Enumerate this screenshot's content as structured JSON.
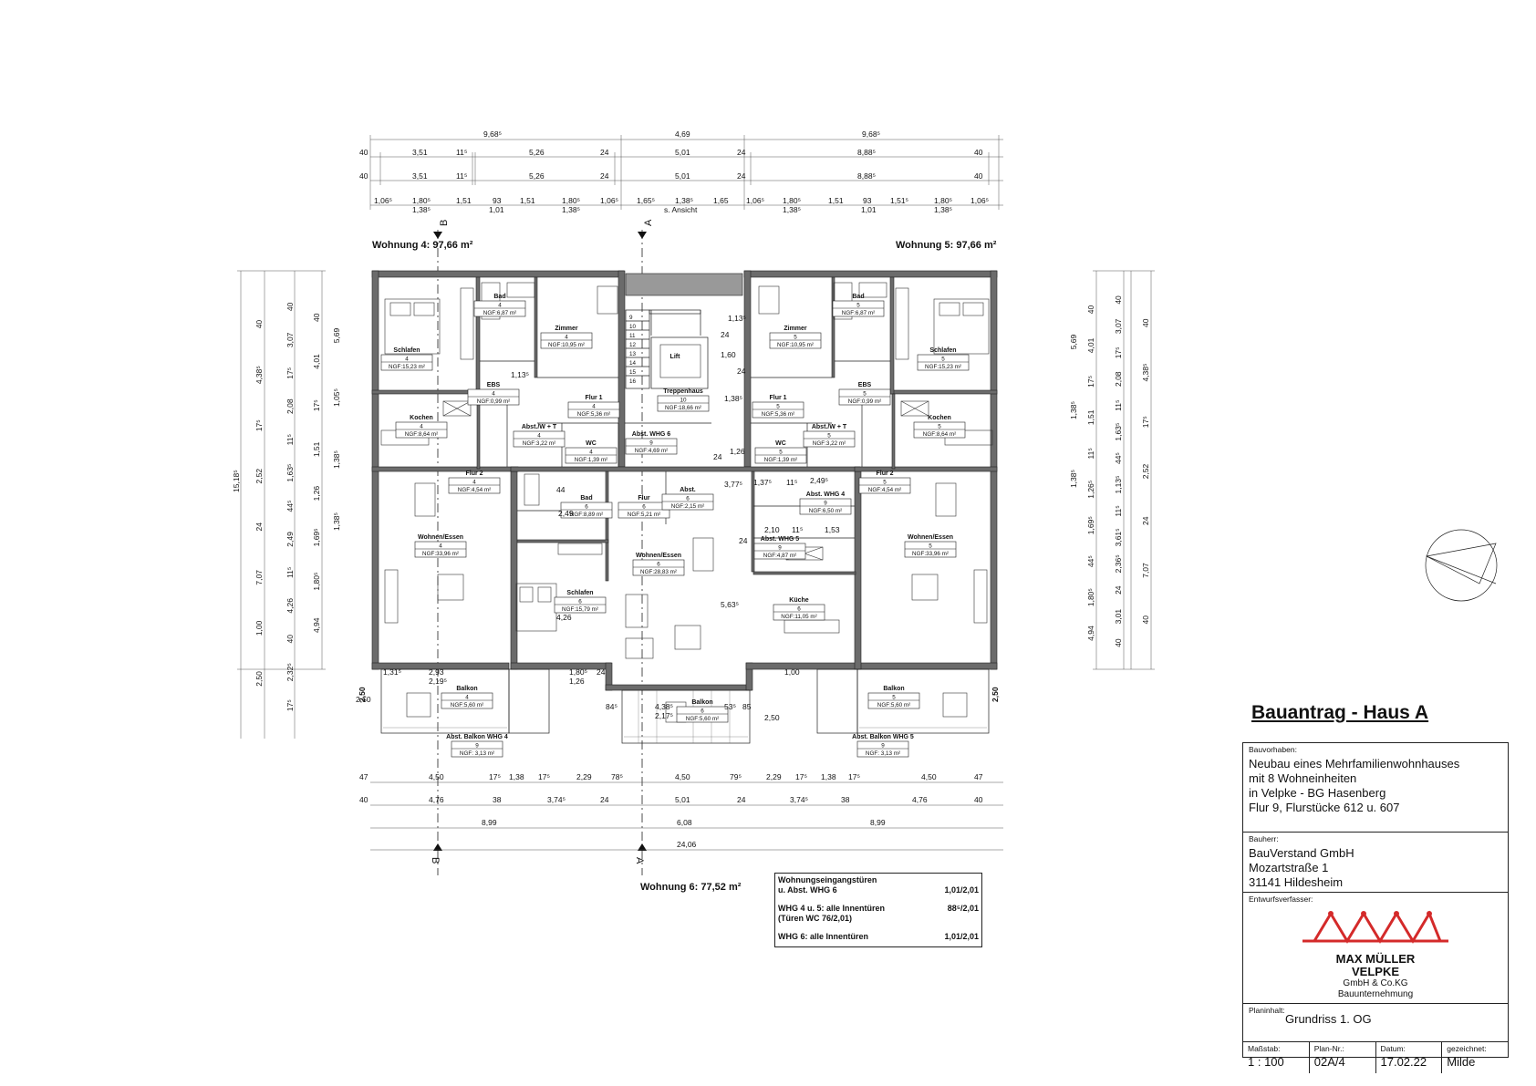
{
  "sheet": {
    "title": "Bauantrag - Haus A",
    "section_labels": {
      "a": "A",
      "b": "B"
    },
    "apartments": {
      "w4": "Wohnung 4: 97,66 m²",
      "w5": "Wohnung 5: 97,66 m²",
      "w6": "Wohnung 6: 77,52 m²"
    },
    "view_note": "s. Ansicht"
  },
  "dimensions": {
    "top_row1": [
      "9,68⁵",
      "4,69",
      "9,68⁵"
    ],
    "top_row2": [
      "40",
      "3,51",
      "11⁵",
      "5,26",
      "24",
      "5,01",
      "24",
      "8,88⁵",
      "40"
    ],
    "top_row3": [
      "40",
      "3,51",
      "11⁵",
      "5,26",
      "24",
      "5,01",
      "24",
      "8,88⁵",
      "40"
    ],
    "top_row4": [
      "1,06⁵",
      "1,80⁵",
      "1,51",
      "93",
      "1,51",
      "1,80⁵",
      "1,06⁵",
      "1,65⁵",
      "1,38⁵",
      "1,65",
      "1,06⁵",
      "1,80⁵",
      "1,51",
      "93",
      "1,51⁵",
      "1,80⁵",
      "1,06⁵"
    ],
    "top_row4_sub": [
      "1,38⁵",
      "1,01",
      "1,38⁵",
      "1,38⁵",
      "1,01",
      "1,38⁵"
    ],
    "bottom_row1": [
      "47",
      "4,50",
      "17⁵",
      "1,38",
      "17⁵",
      "2,29",
      "78⁵",
      "4,50",
      "79⁵",
      "2,29",
      "17⁵",
      "1,38",
      "17⁵",
      "4,50",
      "47"
    ],
    "bottom_row2": [
      "40",
      "4,76",
      "38",
      "3,74⁵",
      "24",
      "5,01",
      "24",
      "3,74⁵",
      "38",
      "4,76",
      "40"
    ],
    "bottom_row3": [
      "8,99",
      "6,08",
      "8,99"
    ],
    "bottom_total": "24,06",
    "left_outer": "15,18⁵",
    "left_col1": [
      "40",
      "4,38⁵",
      "17⁵",
      "2,52",
      "24",
      "7,07",
      "1,00",
      "2,50"
    ],
    "left_col2": [
      "40",
      "3,07",
      "17⁵",
      "2,08",
      "11⁵",
      "1,63⁵",
      "44⁵",
      "2,49",
      "11⁵",
      "4,26",
      "40",
      "2,32⁵",
      "17⁵"
    ],
    "left_col3": [
      "40",
      "4,01",
      "17⁵",
      "1,51",
      "1,26",
      "1,69⁵",
      "1,80⁵",
      "4,94"
    ],
    "left_col4": [
      "5,69",
      "1,05⁵",
      "1,38⁵",
      "1,38⁵"
    ],
    "right_col1": [
      "40",
      "4,01",
      "17⁵",
      "1,51",
      "11⁵",
      "1,26⁵",
      "1,69⁵",
      "44⁵",
      "1,80⁵",
      "4,94"
    ],
    "right_col2": [
      "40",
      "3,07",
      "17⁵",
      "2,08",
      "11⁵",
      "1,63⁵",
      "44⁵",
      "1,13⁵",
      "11⁵",
      "3,61⁵",
      "2,36⁵",
      "24",
      "3,01",
      "40"
    ],
    "right_col3": [
      "40",
      "4,38⁵",
      "17⁵",
      "2,52",
      "24",
      "7,07",
      "40"
    ],
    "right_col4": [
      "5,69",
      "1,38⁵",
      "1,38⁵"
    ],
    "balcony_depth": "2,50",
    "misc": [
      "1,13⁵",
      "1,13⁵",
      "24",
      "1,60",
      "24",
      "1,38⁵",
      "3,77⁵",
      "1,26",
      "24",
      "2,49",
      "44",
      "5,63⁵",
      "4,26",
      "1,37⁵",
      "11⁵",
      "2,49⁵",
      "2,10",
      "11⁵",
      "1,53",
      "24",
      "1,00",
      "2,50",
      "1,31⁵",
      "2,93",
      "2,19⁵",
      "1,80⁵",
      "1,26",
      "24",
      "84⁵",
      "4,38⁵",
      "2,17⁵",
      "53⁵",
      "85",
      "2,50"
    ]
  },
  "rooms": [
    {
      "name": "Bad",
      "num": "4",
      "ngf": "NGF:6,87 m²"
    },
    {
      "name": "Zimmer",
      "num": "4",
      "ngf": "NGF:10,95 m²"
    },
    {
      "name": "Schlafen",
      "num": "4",
      "ngf": "NGF:15,23 m²"
    },
    {
      "name": "EBS",
      "num": "4",
      "ngf": "NGF:0,99 m²"
    },
    {
      "name": "Flur 1",
      "num": "4",
      "ngf": "NGF:5,36 m²"
    },
    {
      "name": "Kochen",
      "num": "4",
      "ngf": "NGF:8,64 m²"
    },
    {
      "name": "Abst./W + T",
      "num": "4",
      "ngf": "NGF:3,22 m²"
    },
    {
      "name": "WC",
      "num": "4",
      "ngf": "NGF:1,39 m²"
    },
    {
      "name": "Flur 2",
      "num": "4",
      "ngf": "NGF:4,54 m²"
    },
    {
      "name": "Wohnen/Essen",
      "num": "4",
      "ngf": "NGF:33,96 m²"
    },
    {
      "name": "Balkon",
      "num": "4",
      "ngf": "NGF:5,60 m²"
    },
    {
      "name": "Lift",
      "num": "",
      "ngf": ""
    },
    {
      "name": "Treppenhaus",
      "num": "10",
      "ngf": "NGF:18,66 m²"
    },
    {
      "name": "Abst. WHG 6",
      "num": "9",
      "ngf": "NGF:4,69 m²"
    },
    {
      "name": "Bad",
      "num": "6",
      "ngf": "NGF:8,89 m²"
    },
    {
      "name": "Flur",
      "num": "6",
      "ngf": "NGF:5,21 m²"
    },
    {
      "name": "Abst.",
      "num": "6",
      "ngf": "NGF:2,15 m²"
    },
    {
      "name": "Wohnen/Essen",
      "num": "6",
      "ngf": "NGF:28,83 m²"
    },
    {
      "name": "Schlafen",
      "num": "6",
      "ngf": "NGF:15,79 m²"
    },
    {
      "name": "Balkon",
      "num": "6",
      "ngf": "NGF:5,60 m²"
    },
    {
      "name": "Abst. WHG 4",
      "num": "9",
      "ngf": "NGF:6,50 m²"
    },
    {
      "name": "Abst. WHG 5",
      "num": "9",
      "ngf": "NGF:4,87 m²"
    },
    {
      "name": "Küche",
      "num": "6",
      "ngf": "NGF:11,05 m²"
    },
    {
      "name": "Zimmer",
      "num": "5",
      "ngf": "NGF:10,95 m²"
    },
    {
      "name": "Bad",
      "num": "5",
      "ngf": "NGF:6,87 m²"
    },
    {
      "name": "Schlafen",
      "num": "5",
      "ngf": "NGF:15,23 m²"
    },
    {
      "name": "Flur 1",
      "num": "5",
      "ngf": "NGF:5,36 m²"
    },
    {
      "name": "EBS",
      "num": "5",
      "ngf": "NGF:0,99 m²"
    },
    {
      "name": "Kochen",
      "num": "5",
      "ngf": "NGF:8,64 m²"
    },
    {
      "name": "Abst./W + T",
      "num": "5",
      "ngf": "NGF:3,22 m²"
    },
    {
      "name": "WC",
      "num": "5",
      "ngf": "NGF:1,39 m²"
    },
    {
      "name": "Flur 2",
      "num": "5",
      "ngf": "NGF:4,54 m²"
    },
    {
      "name": "Wohnen/Essen",
      "num": "5",
      "ngf": "NGF:33,96 m²"
    },
    {
      "name": "Balkon",
      "num": "5",
      "ngf": "NGF:5,60 m²"
    },
    {
      "name": "Abst. Balkon WHG 4",
      "num": "9",
      "ngf": "NGF:      3,13 m²"
    },
    {
      "name": "Abst. Balkon WHG 5",
      "num": "9",
      "ngf": "NGF:      3,13 m²"
    }
  ],
  "stairs": [
    "9",
    "10",
    "11",
    "12",
    "13",
    "14",
    "15",
    "16"
  ],
  "doors": {
    "row1_label": "Wohnungseingangstüren",
    "row1_label2": "u. Abst. WHG 6",
    "row1_value": "1,01/2,01",
    "row2_label": "WHG 4 u. 5: alle Innentüren",
    "row2_label2": "(Türen WC 76/2,01)",
    "row2_value": "88⁵/2,01",
    "row3_label": "WHG 6: alle Innentüren",
    "row3_value": "1,01/2,01"
  },
  "titleblock": {
    "project_caption": "Bauvorhaben:",
    "project": [
      "Neubau eines Mehrfamilienwohnhauses",
      "mit 8 Wohneinheiten",
      "in Velpke - BG Hasenberg",
      "Flur 9, Flurstücke 612 u. 607"
    ],
    "owner_caption": "Bauherr:",
    "owner": [
      "BauVerstand GmbH",
      "Mozartstraße 1",
      "31141 Hildesheim"
    ],
    "designer_caption": "Entwurfsverfasser:",
    "company": [
      "MAX MÜLLER",
      "VELPKE"
    ],
    "company_sub": [
      "GmbH & Co.KG",
      "Bauunternehmung"
    ],
    "content_caption": "Planinhalt:",
    "content": "Grundriss 1. OG",
    "scale_caption": "Maßstab:",
    "scale": "1 : 100",
    "plan_caption": "Plan-Nr.:",
    "plan_no": "02A/4",
    "date_caption": "Datum:",
    "date": "17.02.22",
    "drawn_caption": "gezeichnet:",
    "drawn": "Milde"
  },
  "colors": {
    "wall": "#6b6b6b",
    "logo_red": "#d42a2a",
    "line": "#222222"
  }
}
